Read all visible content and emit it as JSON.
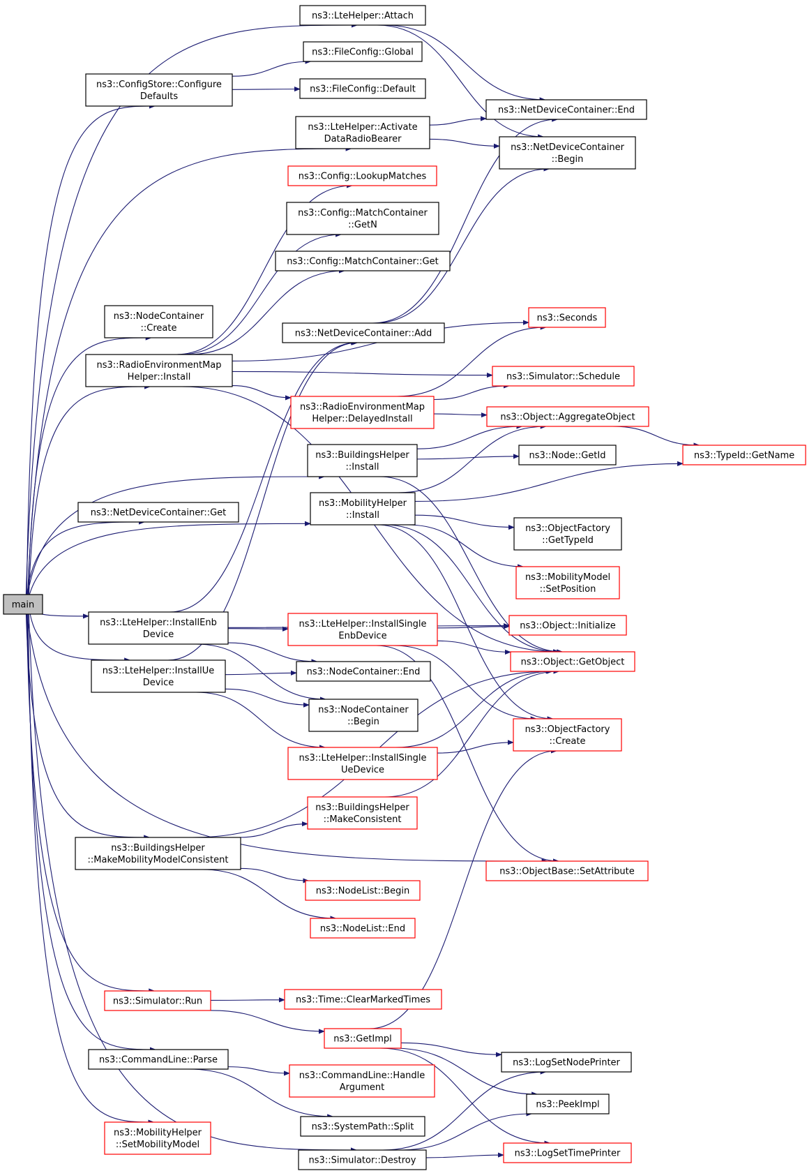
{
  "colors": {
    "edge": "#191970",
    "box_plain": "#000000",
    "box_linked": "#ff0000",
    "root_fill": "#bfbfbf",
    "node_fill": "#ffffff"
  },
  "nodes": [
    {
      "id": "main",
      "lines": [
        "main"
      ],
      "border": "black",
      "root": true
    },
    {
      "id": "lte_attach",
      "lines": [
        "ns3::LteHelper::Attach"
      ],
      "border": "black"
    },
    {
      "id": "configstore",
      "lines": [
        "ns3::ConfigStore::Configure",
        "Defaults"
      ],
      "border": "black"
    },
    {
      "id": "fc_global",
      "lines": [
        "ns3::FileConfig::Global"
      ],
      "border": "black"
    },
    {
      "id": "fc_default",
      "lines": [
        "ns3::FileConfig::Default"
      ],
      "border": "black"
    },
    {
      "id": "ndc_end",
      "lines": [
        "ns3::NetDeviceContainer::End"
      ],
      "border": "black"
    },
    {
      "id": "lte_activate",
      "lines": [
        "ns3::LteHelper::Activate",
        "DataRadioBearer"
      ],
      "border": "black"
    },
    {
      "id": "ndc_begin",
      "lines": [
        "ns3::NetDeviceContainer",
        "::Begin"
      ],
      "border": "black"
    },
    {
      "id": "cfg_lookup",
      "lines": [
        "ns3::Config::LookupMatches"
      ],
      "border": "red"
    },
    {
      "id": "cfg_getn",
      "lines": [
        "ns3::Config::MatchContainer",
        "::GetN"
      ],
      "border": "black"
    },
    {
      "id": "cfg_get",
      "lines": [
        "ns3::Config::MatchContainer::Get"
      ],
      "border": "black"
    },
    {
      "id": "nc_create",
      "lines": [
        "ns3::NodeContainer",
        "::Create"
      ],
      "border": "black"
    },
    {
      "id": "seconds",
      "lines": [
        "ns3::Seconds"
      ],
      "border": "red"
    },
    {
      "id": "ndc_add",
      "lines": [
        "ns3::NetDeviceContainer::Add"
      ],
      "border": "black"
    },
    {
      "id": "rem_install",
      "lines": [
        "ns3::RadioEnvironmentMap",
        "Helper::Install"
      ],
      "border": "black"
    },
    {
      "id": "sim_schedule",
      "lines": [
        "ns3::Simulator::Schedule"
      ],
      "border": "red"
    },
    {
      "id": "rem_delayed",
      "lines": [
        "ns3::RadioEnvironmentMap",
        "Helper::DelayedInstall"
      ],
      "border": "red"
    },
    {
      "id": "obj_aggregate",
      "lines": [
        "ns3::Object::AggregateObject"
      ],
      "border": "red"
    },
    {
      "id": "bh_install",
      "lines": [
        "ns3::BuildingsHelper",
        "::Install"
      ],
      "border": "black"
    },
    {
      "id": "node_getid",
      "lines": [
        "ns3::Node::GetId"
      ],
      "border": "black"
    },
    {
      "id": "typeid_getname",
      "lines": [
        "ns3::TypeId::GetName"
      ],
      "border": "red"
    },
    {
      "id": "ndc_get",
      "lines": [
        "ns3::NetDeviceContainer::Get"
      ],
      "border": "black"
    },
    {
      "id": "mh_install",
      "lines": [
        "ns3::MobilityHelper",
        "::Install"
      ],
      "border": "black"
    },
    {
      "id": "of_gettypeid",
      "lines": [
        "ns3::ObjectFactory",
        "::GetTypeId"
      ],
      "border": "black"
    },
    {
      "id": "mm_setpos",
      "lines": [
        "ns3::MobilityModel",
        "::SetPosition"
      ],
      "border": "red"
    },
    {
      "id": "lte_enb",
      "lines": [
        "ns3::LteHelper::InstallEnb",
        "Device"
      ],
      "border": "black"
    },
    {
      "id": "obj_init",
      "lines": [
        "ns3::Object::Initialize"
      ],
      "border": "red"
    },
    {
      "id": "lte_single_enb",
      "lines": [
        "ns3::LteHelper::InstallSingle",
        "EnbDevice"
      ],
      "border": "red"
    },
    {
      "id": "obj_getobject",
      "lines": [
        "ns3::Object::GetObject"
      ],
      "border": "red"
    },
    {
      "id": "lte_ue",
      "lines": [
        "ns3::LteHelper::InstallUe",
        "Device"
      ],
      "border": "black"
    },
    {
      "id": "nc_end",
      "lines": [
        "ns3::NodeContainer::End"
      ],
      "border": "black"
    },
    {
      "id": "nc_begin",
      "lines": [
        "ns3::NodeContainer",
        "::Begin"
      ],
      "border": "black"
    },
    {
      "id": "of_create",
      "lines": [
        "ns3::ObjectFactory",
        "::Create"
      ],
      "border": "red"
    },
    {
      "id": "lte_single_ue",
      "lines": [
        "ns3::LteHelper::InstallSingle",
        "UeDevice"
      ],
      "border": "red"
    },
    {
      "id": "bh_makecons",
      "lines": [
        "ns3::BuildingsHelper",
        "::MakeConsistent"
      ],
      "border": "red"
    },
    {
      "id": "bh_makemob",
      "lines": [
        "ns3::BuildingsHelper",
        "::MakeMobilityModelConsistent"
      ],
      "border": "black"
    },
    {
      "id": "ob_setattr",
      "lines": [
        "ns3::ObjectBase::SetAttribute"
      ],
      "border": "red"
    },
    {
      "id": "nl_begin",
      "lines": [
        "ns3::NodeList::Begin"
      ],
      "border": "red"
    },
    {
      "id": "nl_end",
      "lines": [
        "ns3::NodeList::End"
      ],
      "border": "red"
    },
    {
      "id": "sim_run",
      "lines": [
        "ns3::Simulator::Run"
      ],
      "border": "red"
    },
    {
      "id": "time_clear",
      "lines": [
        "ns3::Time::ClearMarkedTimes"
      ],
      "border": "red"
    },
    {
      "id": "getimpl",
      "lines": [
        "ns3::GetImpl"
      ],
      "border": "red"
    },
    {
      "id": "cl_parse",
      "lines": [
        "ns3::CommandLine::Parse"
      ],
      "border": "black"
    },
    {
      "id": "log_nodeprinter",
      "lines": [
        "ns3::LogSetNodePrinter"
      ],
      "border": "black"
    },
    {
      "id": "cl_handle",
      "lines": [
        "ns3::CommandLine::Handle",
        "Argument"
      ],
      "border": "red"
    },
    {
      "id": "peekimpl",
      "lines": [
        "ns3::PeekImpl"
      ],
      "border": "black"
    },
    {
      "id": "sp_split",
      "lines": [
        "ns3::SystemPath::Split"
      ],
      "border": "black"
    },
    {
      "id": "mh_setmob",
      "lines": [
        "ns3::MobilityHelper",
        "::SetMobilityModel"
      ],
      "border": "red"
    },
    {
      "id": "sim_destroy",
      "lines": [
        "ns3::Simulator::Destroy"
      ],
      "border": "black"
    },
    {
      "id": "log_timeprinter",
      "lines": [
        "ns3::LogSetTimePrinter"
      ],
      "border": "red"
    }
  ],
  "edges": [
    [
      "main",
      "lte_attach"
    ],
    [
      "main",
      "configstore"
    ],
    [
      "main",
      "lte_activate"
    ],
    [
      "main",
      "nc_create"
    ],
    [
      "main",
      "rem_install"
    ],
    [
      "main",
      "ndc_get"
    ],
    [
      "main",
      "bh_install"
    ],
    [
      "main",
      "mh_install"
    ],
    [
      "main",
      "lte_enb"
    ],
    [
      "main",
      "lte_ue"
    ],
    [
      "main",
      "bh_makemob"
    ],
    [
      "main",
      "sim_run"
    ],
    [
      "main",
      "cl_parse"
    ],
    [
      "main",
      "mh_setmob"
    ],
    [
      "main",
      "sim_destroy"
    ],
    [
      "main",
      "ob_setattr"
    ],
    [
      "lte_attach",
      "ndc_end"
    ],
    [
      "lte_attach",
      "ndc_begin"
    ],
    [
      "configstore",
      "fc_global"
    ],
    [
      "configstore",
      "fc_default"
    ],
    [
      "lte_activate",
      "ndc_end"
    ],
    [
      "lte_activate",
      "ndc_begin"
    ],
    [
      "rem_install",
      "cfg_lookup"
    ],
    [
      "rem_install",
      "cfg_getn"
    ],
    [
      "rem_install",
      "cfg_get"
    ],
    [
      "rem_install",
      "seconds"
    ],
    [
      "rem_install",
      "sim_schedule"
    ],
    [
      "rem_install",
      "rem_delayed"
    ],
    [
      "rem_install",
      "obj_getobject"
    ],
    [
      "ndc_add",
      "ndc_end"
    ],
    [
      "ndc_add",
      "ndc_begin"
    ],
    [
      "rem_delayed",
      "seconds"
    ],
    [
      "rem_delayed",
      "sim_schedule"
    ],
    [
      "rem_delayed",
      "obj_aggregate"
    ],
    [
      "obj_aggregate",
      "typeid_getname"
    ],
    [
      "bh_install",
      "obj_aggregate"
    ],
    [
      "bh_install",
      "node_getid"
    ],
    [
      "bh_install",
      "obj_getobject"
    ],
    [
      "mh_install",
      "obj_aggregate"
    ],
    [
      "mh_install",
      "typeid_getname"
    ],
    [
      "mh_install",
      "of_gettypeid"
    ],
    [
      "mh_install",
      "mm_setpos"
    ],
    [
      "mh_install",
      "obj_getobject"
    ],
    [
      "mh_install",
      "of_create"
    ],
    [
      "lte_enb",
      "ndc_add"
    ],
    [
      "lte_enb",
      "obj_init"
    ],
    [
      "lte_enb",
      "lte_single_enb"
    ],
    [
      "lte_enb",
      "nc_end"
    ],
    [
      "lte_enb",
      "nc_begin"
    ],
    [
      "lte_single_enb",
      "obj_init"
    ],
    [
      "lte_single_enb",
      "obj_getobject"
    ],
    [
      "lte_single_enb",
      "of_create"
    ],
    [
      "lte_single_enb",
      "ob_setattr"
    ],
    [
      "lte_ue",
      "ndc_add"
    ],
    [
      "lte_ue",
      "nc_end"
    ],
    [
      "lte_ue",
      "nc_begin"
    ],
    [
      "lte_ue",
      "lte_single_ue"
    ],
    [
      "lte_single_ue",
      "obj_getobject"
    ],
    [
      "lte_single_ue",
      "of_create"
    ],
    [
      "bh_makecons",
      "obj_getobject"
    ],
    [
      "bh_makemob",
      "bh_makecons"
    ],
    [
      "bh_makemob",
      "obj_getobject"
    ],
    [
      "bh_makemob",
      "nl_begin"
    ],
    [
      "bh_makemob",
      "nl_end"
    ],
    [
      "sim_run",
      "time_clear"
    ],
    [
      "sim_run",
      "getimpl"
    ],
    [
      "getimpl",
      "of_create"
    ],
    [
      "getimpl",
      "log_nodeprinter"
    ],
    [
      "getimpl",
      "peekimpl"
    ],
    [
      "getimpl",
      "log_timeprinter"
    ],
    [
      "cl_parse",
      "cl_handle"
    ],
    [
      "cl_parse",
      "sp_split"
    ],
    [
      "sim_destroy",
      "log_nodeprinter"
    ],
    [
      "sim_destroy",
      "peekimpl"
    ],
    [
      "sim_destroy",
      "log_timeprinter"
    ]
  ]
}
